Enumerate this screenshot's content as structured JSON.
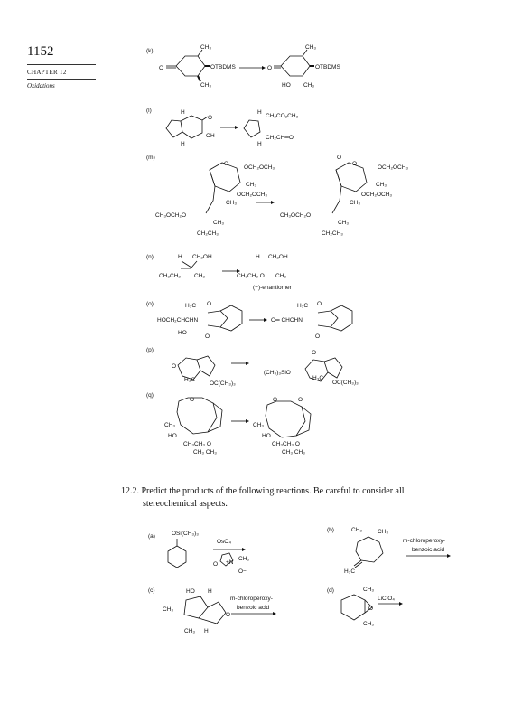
{
  "page": {
    "number": "1152",
    "chapter": "CHAPTER 12",
    "section": "Oxidations"
  },
  "scheme_labels": {
    "k": "(k)",
    "l": "(l)",
    "m": "(m)",
    "n": "(n)",
    "o": "(o)",
    "p": "(p)",
    "q": "(q)"
  },
  "chem": {
    "ch3": "CH₃",
    "otbdms": "OTBDMS",
    "o": "O",
    "ho": "HO",
    "oh": "OH",
    "h": "H",
    "ch2co2ch3": "CH₂CO₂CH₃",
    "ch2ch_o": "CH₂CH═O",
    "och2och3": "OCH₂OCH₃",
    "ch3och2o": "CH₃OCH₂O",
    "ch2ch3": "CH₂CH₃",
    "ch2oh": "CH₂OH",
    "ch3ch2": "CH₃CH₂",
    "ch3ch2_o": "CH₃CH₂ O",
    "enantiomer": "(−)-enantiomer",
    "h3c": "H₃C",
    "hoch2chchn": "HOCH₂CHCHN",
    "o_chchn": "O═ CHCHN",
    "oc_ch3_3": "OC(CH₃)₃",
    "ch3_3sio": "(CH₃)₃SiO",
    "ch3ch3_o": "CH₃CH₃ O",
    "ch3_ch3": "CH₃ CH₃",
    "osi_ch3_3": "OSi(CH₃)₃",
    "oso4": "OsO₄",
    "nmo_o": "O",
    "nmo_n": "+N",
    "nmo_ominus": "O−",
    "mcpba_1": "m-chloroperoxy-",
    "mcpba_2": "benzoic acid",
    "liclo4": "LiClO₄"
  },
  "problem": {
    "number": "12.2.",
    "line1": "Predict the products of the following reactions. Be careful to consider all",
    "line2": "stereochemical aspects."
  },
  "parts": {
    "a": "(a)",
    "b": "(b)",
    "c": "(c)",
    "d": "(d)"
  }
}
